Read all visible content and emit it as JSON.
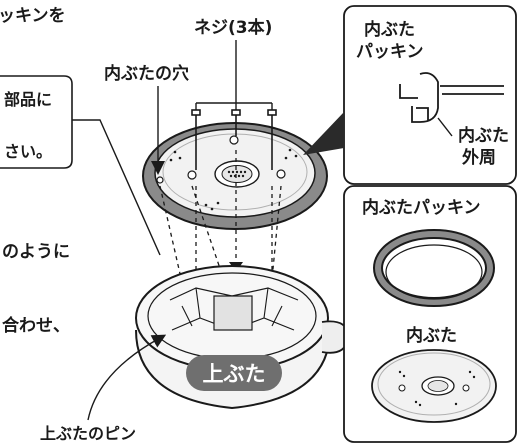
{
  "texts": {
    "top_left_fragment": "ッキンを",
    "screws_label": "ネジ(3本)",
    "lid_holes_label": "内ぶたの穴",
    "callout_line1": "部品に",
    "callout_line2": "さい。",
    "mid_fragment1": "のように",
    "mid_fragment2": "合わせ、",
    "upper_lid_badge": "上ぶた",
    "upper_lid_pin_label": "上ぶたのピン",
    "panel_top_title_line1": "内ぶた",
    "panel_top_title_line2": "パッキン",
    "panel_top_outer_line1": "内ぶた",
    "panel_top_outer_line2": "外周",
    "panel_gasket_title": "内ぶたパッキン",
    "panel_lid_title": "内ぶた"
  },
  "colors": {
    "line": "#1a1a1a",
    "gasket_fill": "#8a8a8a",
    "badge_bg": "#6f6f6f",
    "lid_light": "#f2f2f2"
  }
}
